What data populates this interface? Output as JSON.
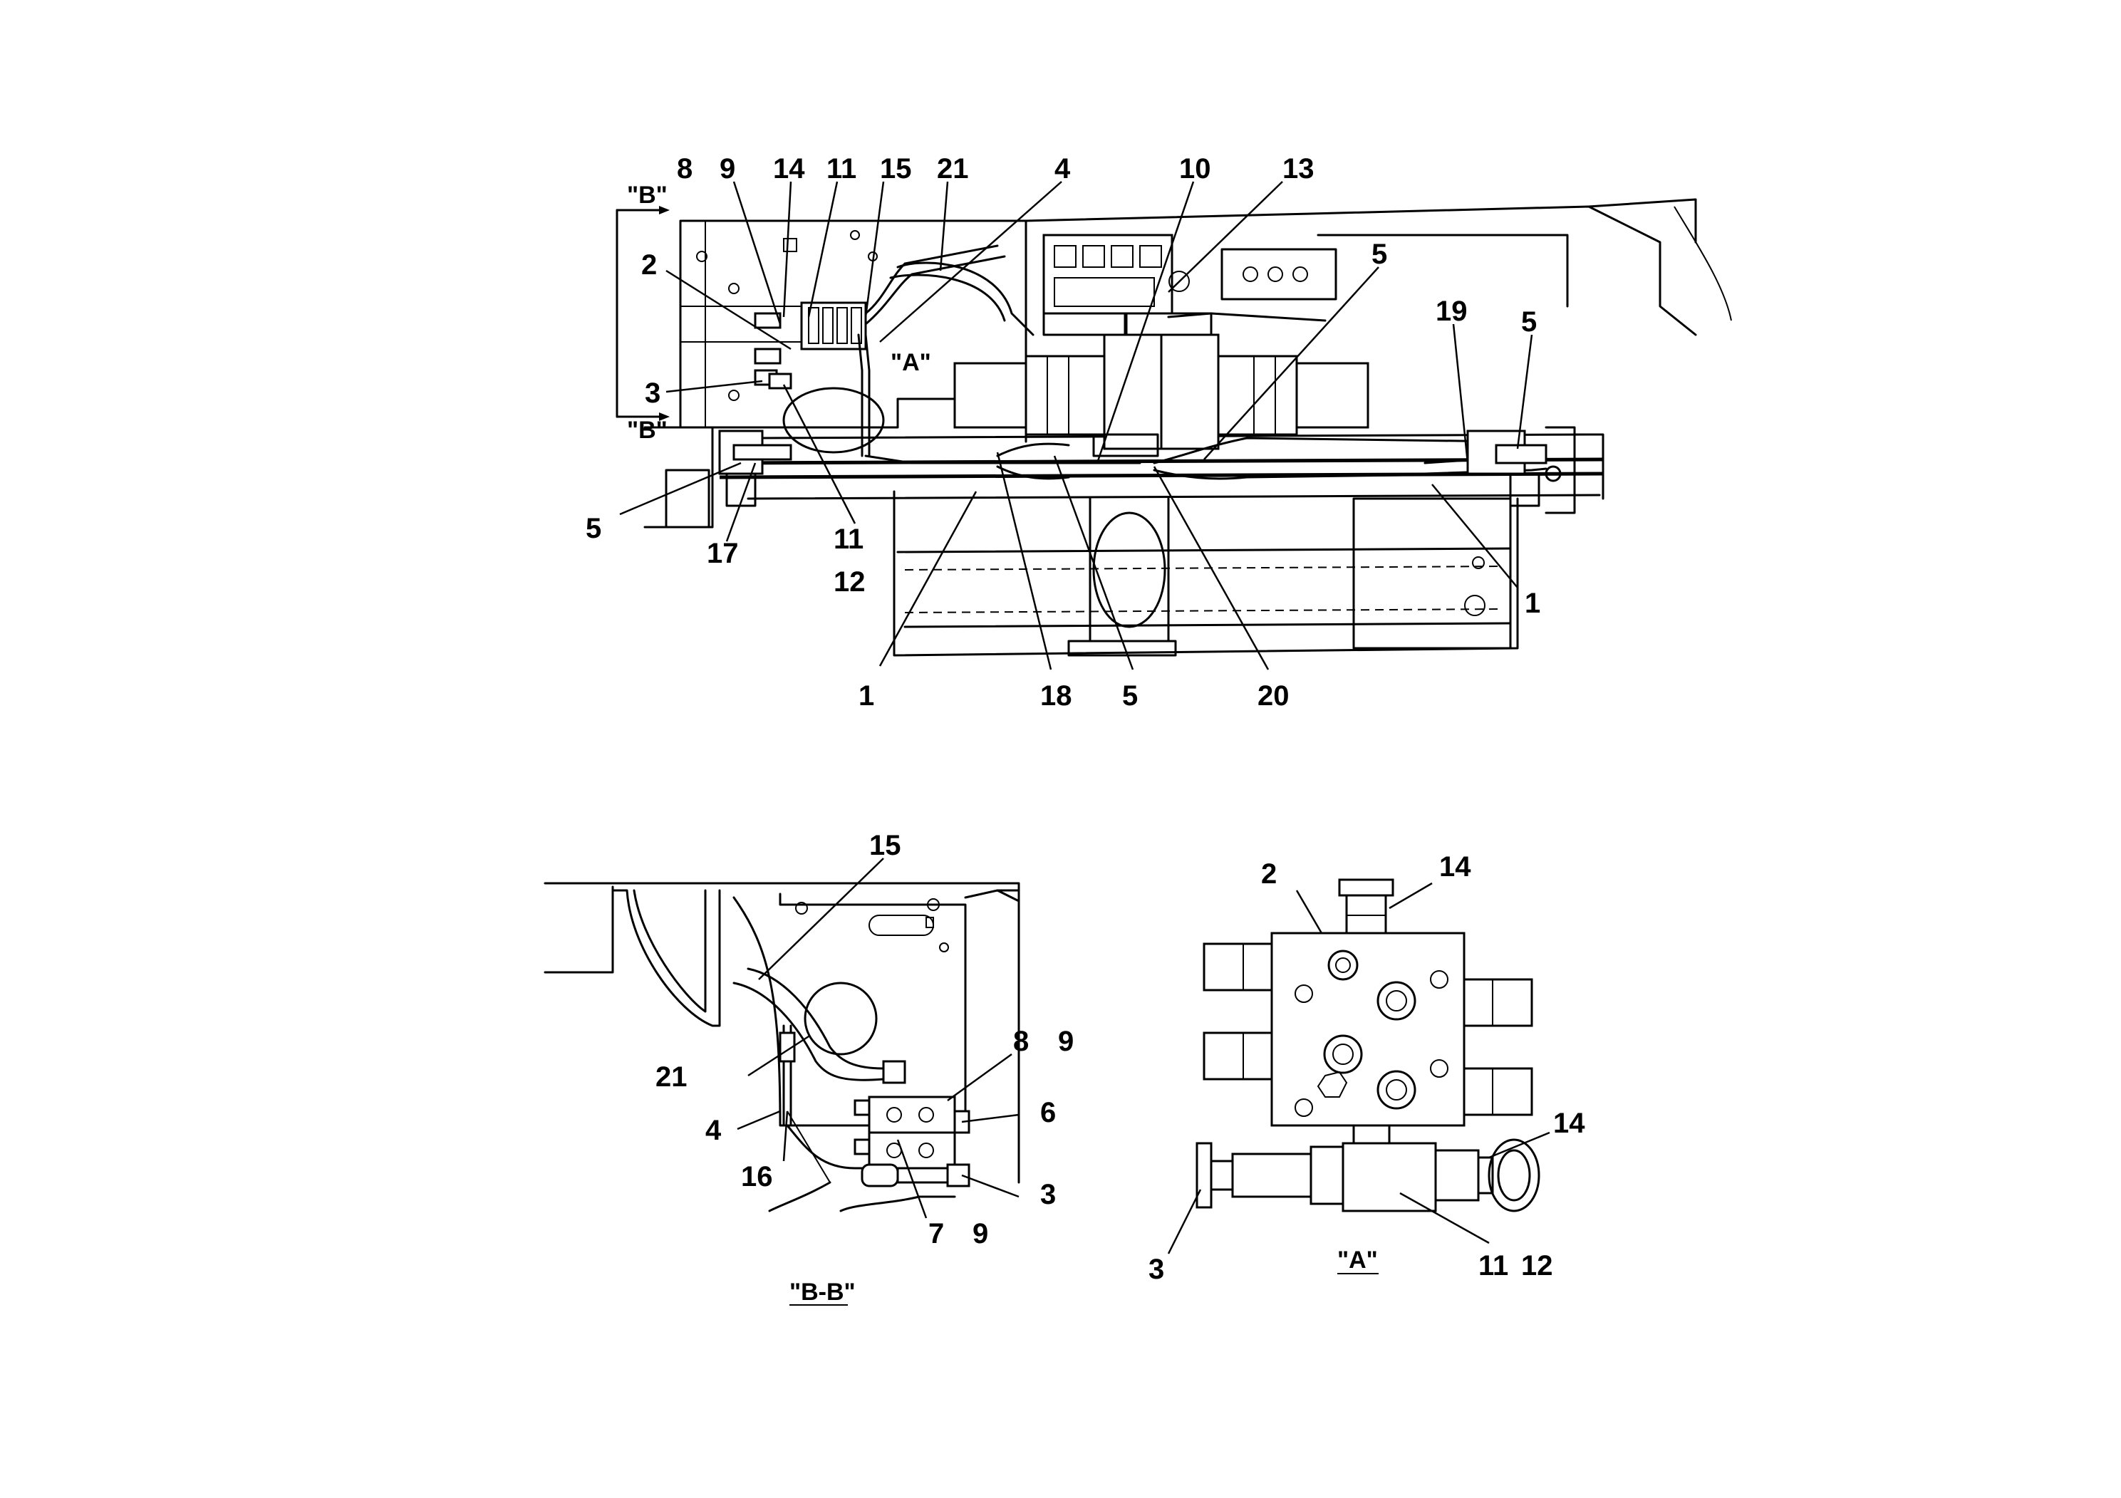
{
  "view_labels": {
    "section_b_top": "\"B\"",
    "section_b_bottom": "\"B\"",
    "detail_a_marker": "\"A\"",
    "view_b_b_title": "\"B-B\"",
    "view_a_title": "\"A\""
  },
  "main_view": {
    "callouts": [
      "8",
      "9",
      "14",
      "11",
      "15",
      "21",
      "4",
      "10",
      "13",
      "5",
      "19",
      "5",
      "2",
      "3",
      "5",
      "17",
      "11",
      "12",
      "1",
      "18",
      "5",
      "20",
      "1"
    ]
  },
  "view_b_b": {
    "callouts": [
      "15",
      "8",
      "9",
      "21",
      "6",
      "4",
      "16",
      "3",
      "7",
      "9"
    ]
  },
  "view_a": {
    "callouts": [
      "2",
      "14",
      "14",
      "3",
      "11",
      "12"
    ]
  }
}
